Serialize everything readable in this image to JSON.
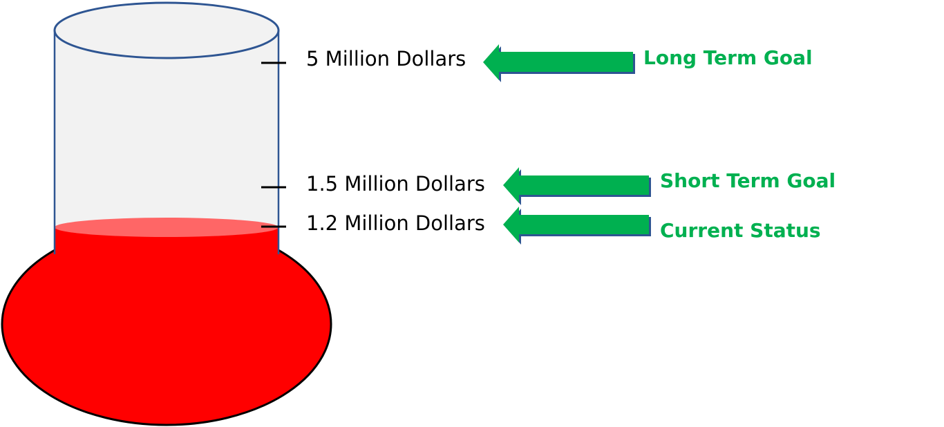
{
  "colors": {
    "fill": "#ff0000",
    "fill_surface": "#ff6666",
    "tube": "#f2f2f2",
    "outline": "#2e5592",
    "arrow": "#00b050",
    "arrow_shadow": "#2e5592",
    "goal_text": "#00b050",
    "tick": "#000000"
  },
  "thermometer": {
    "max_value_million": 5,
    "current_value_million": 1.2
  },
  "markers": [
    {
      "value_million": 5,
      "label": "5 Million Dollars",
      "callout": "Long Term Goal"
    },
    {
      "value_million": 1.5,
      "label": "1.5 Million Dollars",
      "callout": "Short Term Goal"
    },
    {
      "value_million": 1.2,
      "label": "1.2 Million Dollars",
      "callout": "Current Status"
    }
  ]
}
